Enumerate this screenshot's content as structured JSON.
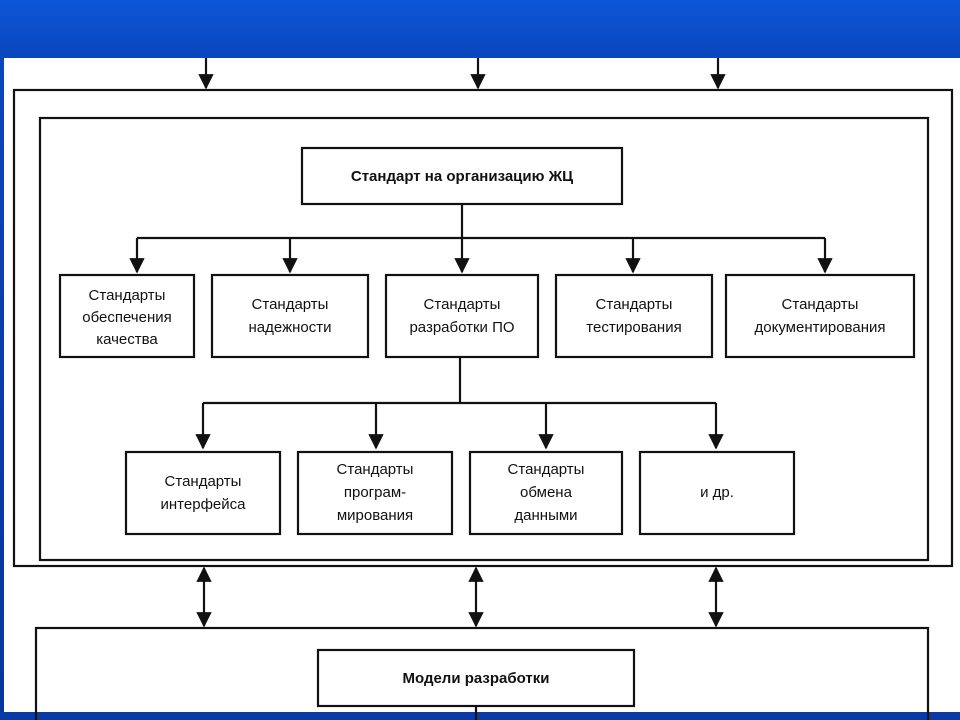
{
  "diagram": {
    "top_standard": "Стандарт на организацию ЖЦ",
    "level1": [
      [
        "Стандарты",
        "обеспечения",
        "качества"
      ],
      [
        "Стандарты",
        "надежности"
      ],
      [
        "Стандарты",
        "разработки ПО"
      ],
      [
        "Стандарты",
        "тестирования"
      ],
      [
        "Стандарты",
        "документирования"
      ]
    ],
    "level2": [
      [
        "Стандарты",
        "интерфейса"
      ],
      [
        "Стандарты",
        "програм-",
        "мирования"
      ],
      [
        "Стандарты",
        "обмена",
        "данными"
      ],
      [
        "и др."
      ]
    ],
    "bottom_block": "Модели разработки"
  },
  "colors": {
    "background": "#0a3fa8",
    "header": "#0d57d8",
    "paper": "#ffffff",
    "ink": "#111111"
  }
}
